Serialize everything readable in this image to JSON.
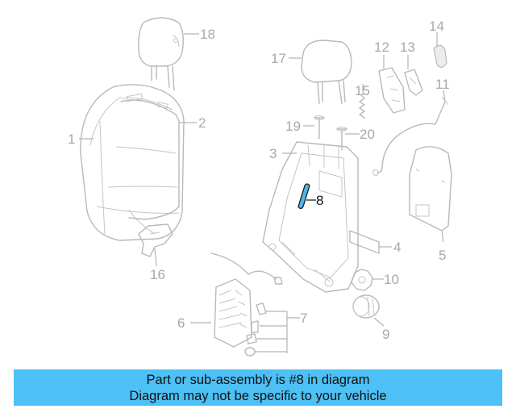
{
  "callouts": {
    "c1": "1",
    "c2": "2",
    "c3": "3",
    "c4": "4",
    "c5": "5",
    "c6": "6",
    "c7": "7",
    "c8": "8",
    "c9": "9",
    "c10": "10",
    "c11": "11",
    "c12": "12",
    "c13": "13",
    "c14": "14",
    "c15": "15",
    "c16": "16",
    "c17": "17",
    "c18": "18",
    "c19": "19",
    "c20": "20"
  },
  "highlighted_part": "8",
  "colors": {
    "banner": "#4dc0f5",
    "highlight": "#4db8ea",
    "linework": "#b9b9b9"
  },
  "banner": {
    "line1": "Part or sub-assembly is #8 in diagram",
    "line2": "Diagram may not be specific to your vehicle"
  }
}
